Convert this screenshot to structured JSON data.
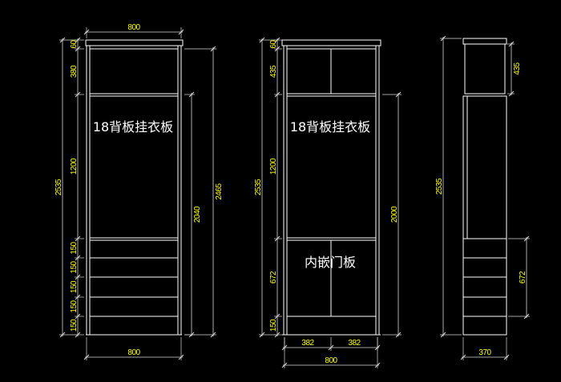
{
  "drawing": {
    "background_color": "#000000",
    "line_color": "#ffffff",
    "dimension_text_color": "#ffff00",
    "label_color": "#ffffff"
  },
  "left_elevation": {
    "label": "18背板挂衣板",
    "top_width": "800",
    "bottom_width": "800",
    "overall_height": "2535",
    "height_segments": [
      "60",
      "380",
      "1200",
      "150",
      "150",
      "150",
      "150",
      "150"
    ],
    "right_height_outer": "2465",
    "right_height_inner": "2040"
  },
  "middle_elevation": {
    "label_upper": "18背板挂衣板",
    "label_door": "内嵌门板",
    "overall_height": "2535",
    "height_segments": [
      "60",
      "435",
      "1200",
      "672",
      "150"
    ],
    "right_height": "2000",
    "door_widths": [
      "382",
      "382"
    ],
    "overall_width": "800"
  },
  "side_elevation": {
    "overall_height": "2535",
    "top_box_height": "435",
    "drawer_height": "672",
    "depth": "370"
  }
}
